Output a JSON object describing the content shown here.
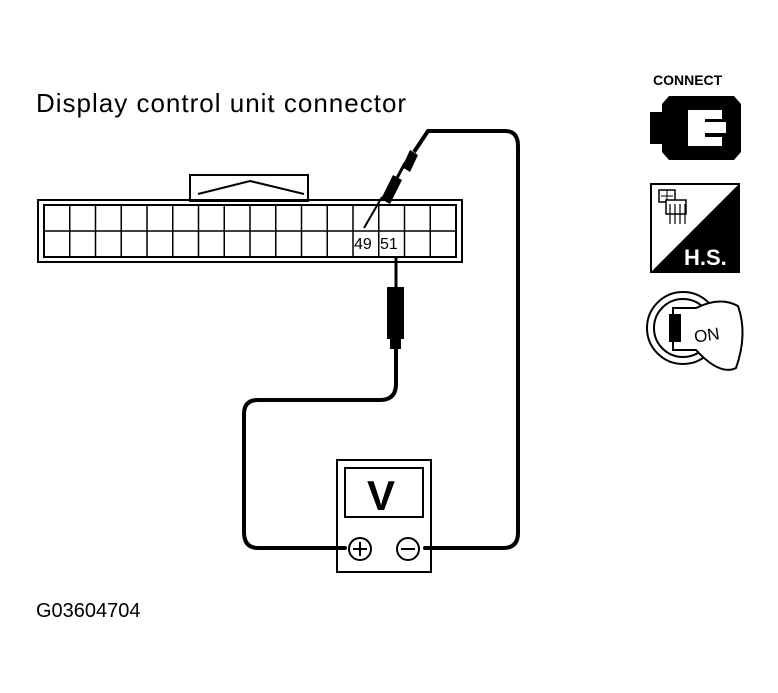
{
  "title": "Display control unit connector",
  "pins": {
    "left": "49",
    "right": "51"
  },
  "meter": {
    "label": "V",
    "positive_symbol": "+",
    "negative_symbol": "−"
  },
  "icons": {
    "connect": {
      "label": "CONNECT",
      "name": "connect-icon"
    },
    "harness_side": {
      "label": "H.S.",
      "name": "harness-side-icon"
    },
    "ignition": {
      "label": "ON",
      "name": "ignition-on-icon"
    }
  },
  "figure_code": "G03604704"
}
